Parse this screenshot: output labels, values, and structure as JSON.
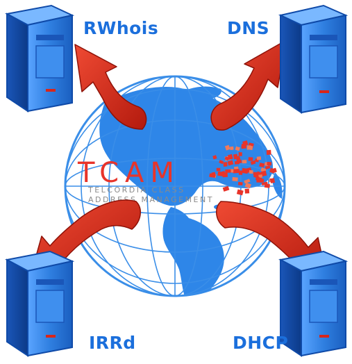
{
  "servers": {
    "top_left": {
      "label": "RWhois",
      "icon": "server-tower-icon"
    },
    "top_right": {
      "label": "DNS",
      "icon": "server-tower-icon"
    },
    "bottom_left": {
      "label": "IRRd",
      "icon": "server-tower-icon"
    },
    "bottom_right": {
      "label": "DHCP",
      "icon": "server-tower-icon"
    }
  },
  "logo": {
    "name": "TCAM",
    "tagline_line1": "TELCORDIA CLASS",
    "tagline_line2": "ADDRESS MANAGEMENT",
    "brand_color": "#e8342a"
  },
  "colors": {
    "label": "#1b6fdc",
    "server_body": "#2f7fe0",
    "server_dark": "#0f4aa8",
    "server_light": "#6fb0ff",
    "arrow": "#d8261a",
    "arrow_dark": "#8e1208",
    "globe_sea": "#ffffff",
    "globe_land": "#2e86e8",
    "globe_grid": "#3a8ee8"
  }
}
